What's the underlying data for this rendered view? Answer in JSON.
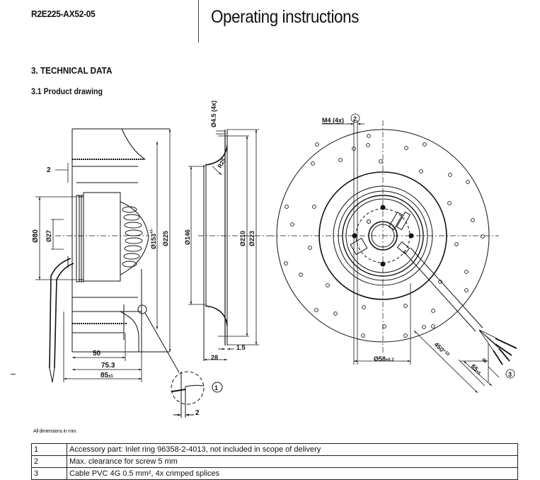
{
  "header": {
    "model": "R2E225-AX52-05",
    "title": "Operating instructions"
  },
  "section": {
    "heading": "3. TECHNICAL DATA",
    "subheading": "3.1 Product drawing"
  },
  "drawing": {
    "side_view": {
      "dims": {
        "gap": "2",
        "d80": "Ø80",
        "d27": "Ø27",
        "d153": "Ø153",
        "d153_tol": "+/-",
        "d225": "Ø225",
        "l50": "50",
        "l75": "75.3",
        "l85": "85",
        "l85_tol": "±1"
      },
      "detail": {
        "callout": "1",
        "dim": "2"
      }
    },
    "inlet_ring": {
      "dims": {
        "hole": "Ø4.5 (4x)",
        "r": "R25",
        "d146": "Ø146",
        "d210": "Ø210",
        "d223": "Ø223",
        "t": "1.5",
        "h": "28"
      }
    },
    "front_view": {
      "screw": "M4 (4x)",
      "callout2": "2",
      "callout3": "3",
      "d58": "Ø58",
      "d58_tol": "±0.2",
      "cable_len": "450",
      "cable_tol": "+10",
      "strip_len": "65",
      "strip_tol": "±5",
      "strip_end": "6"
    }
  },
  "footnote": "All dimensions in mm.",
  "legend": [
    {
      "num": "1",
      "text": "Accessory part: Inlet ring 96358-2-4013, not included in scope of delivery"
    },
    {
      "num": "2",
      "text": "Max. clearance for screw 5 mm"
    },
    {
      "num": "3",
      "text": "Cable PVC 4G 0.5 mm², 4x crimped splices"
    }
  ]
}
